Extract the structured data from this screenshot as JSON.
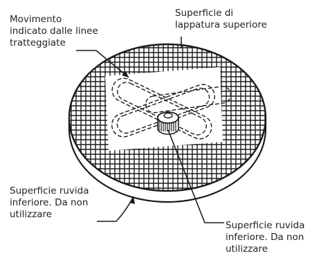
{
  "labels": {
    "movement": "Movimento\nindicato dalle linee\ntratteggiate",
    "top_surface": "Superficie di\nlappatura superiore",
    "bottom_left": "Superficie ruvida\ninferiore. Da non\nutilizzare",
    "bottom_right": "Superficie ruvida\ninferiore. Da non\nutilizzare"
  },
  "colors": {
    "ink": "#1a1a1a",
    "background": "#ffffff"
  }
}
